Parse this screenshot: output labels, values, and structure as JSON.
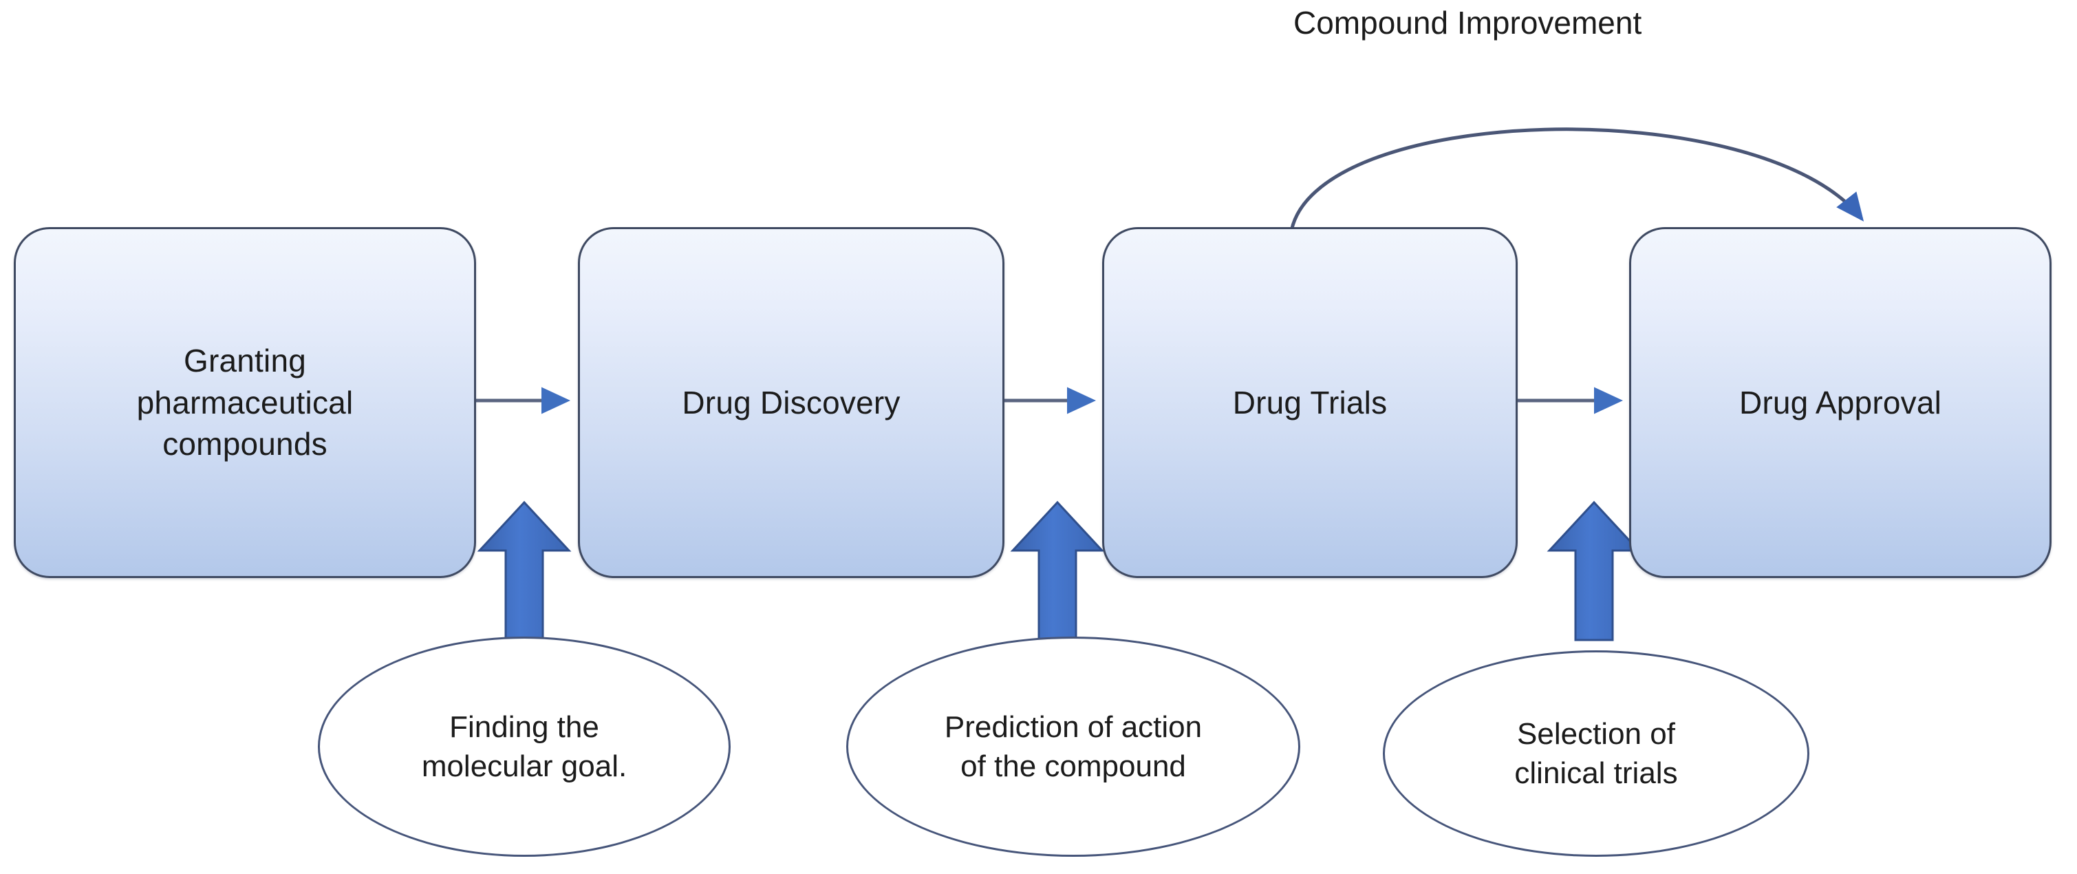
{
  "diagram": {
    "title_caption": "Compound Improvement",
    "stages": [
      {
        "id": "granting-pharmaceutical-compounds",
        "label": "Granting\npharmaceutical\ncompounds"
      },
      {
        "id": "drug-discovery",
        "label": "Drug Discovery"
      },
      {
        "id": "drug-trials",
        "label": "Drug Trials"
      },
      {
        "id": "drug-approval",
        "label": "Drug Approval"
      }
    ],
    "notes": [
      {
        "id": "finding-the-molecular-goal",
        "label": "Finding the\nmolecular goal."
      },
      {
        "id": "prediction-of-action-of-the-compound",
        "label": "Prediction of action\nof the compound"
      },
      {
        "id": "selection-of-clinical-trials",
        "label": "Selection of\nclinical trials"
      }
    ],
    "connectors": [
      {
        "id": "granting-to-discovery",
        "type": "arrow-right"
      },
      {
        "id": "discovery-to-trials",
        "type": "arrow-right"
      },
      {
        "id": "trials-to-approval",
        "type": "arrow-right"
      },
      {
        "id": "finding-goal-to-granting",
        "type": "block-arrow-up"
      },
      {
        "id": "prediction-to-discovery",
        "type": "block-arrow-up"
      },
      {
        "id": "selection-to-trials",
        "type": "block-arrow-up"
      },
      {
        "id": "compound-improvement-feedback",
        "type": "curved-arrow"
      }
    ],
    "colors": {
      "box_border": "#3f4a62",
      "box_fill_top": "#f2f6fd",
      "box_fill_bottom": "#b3c8ea",
      "ellipse_border": "#46557a",
      "ellipse_fill": "#ffffff",
      "connector_line": "#5a6480",
      "arrow_blue": "#3f6fc0",
      "block_arrow_blue": "#4472c4",
      "text": "#1b1b1b"
    }
  }
}
